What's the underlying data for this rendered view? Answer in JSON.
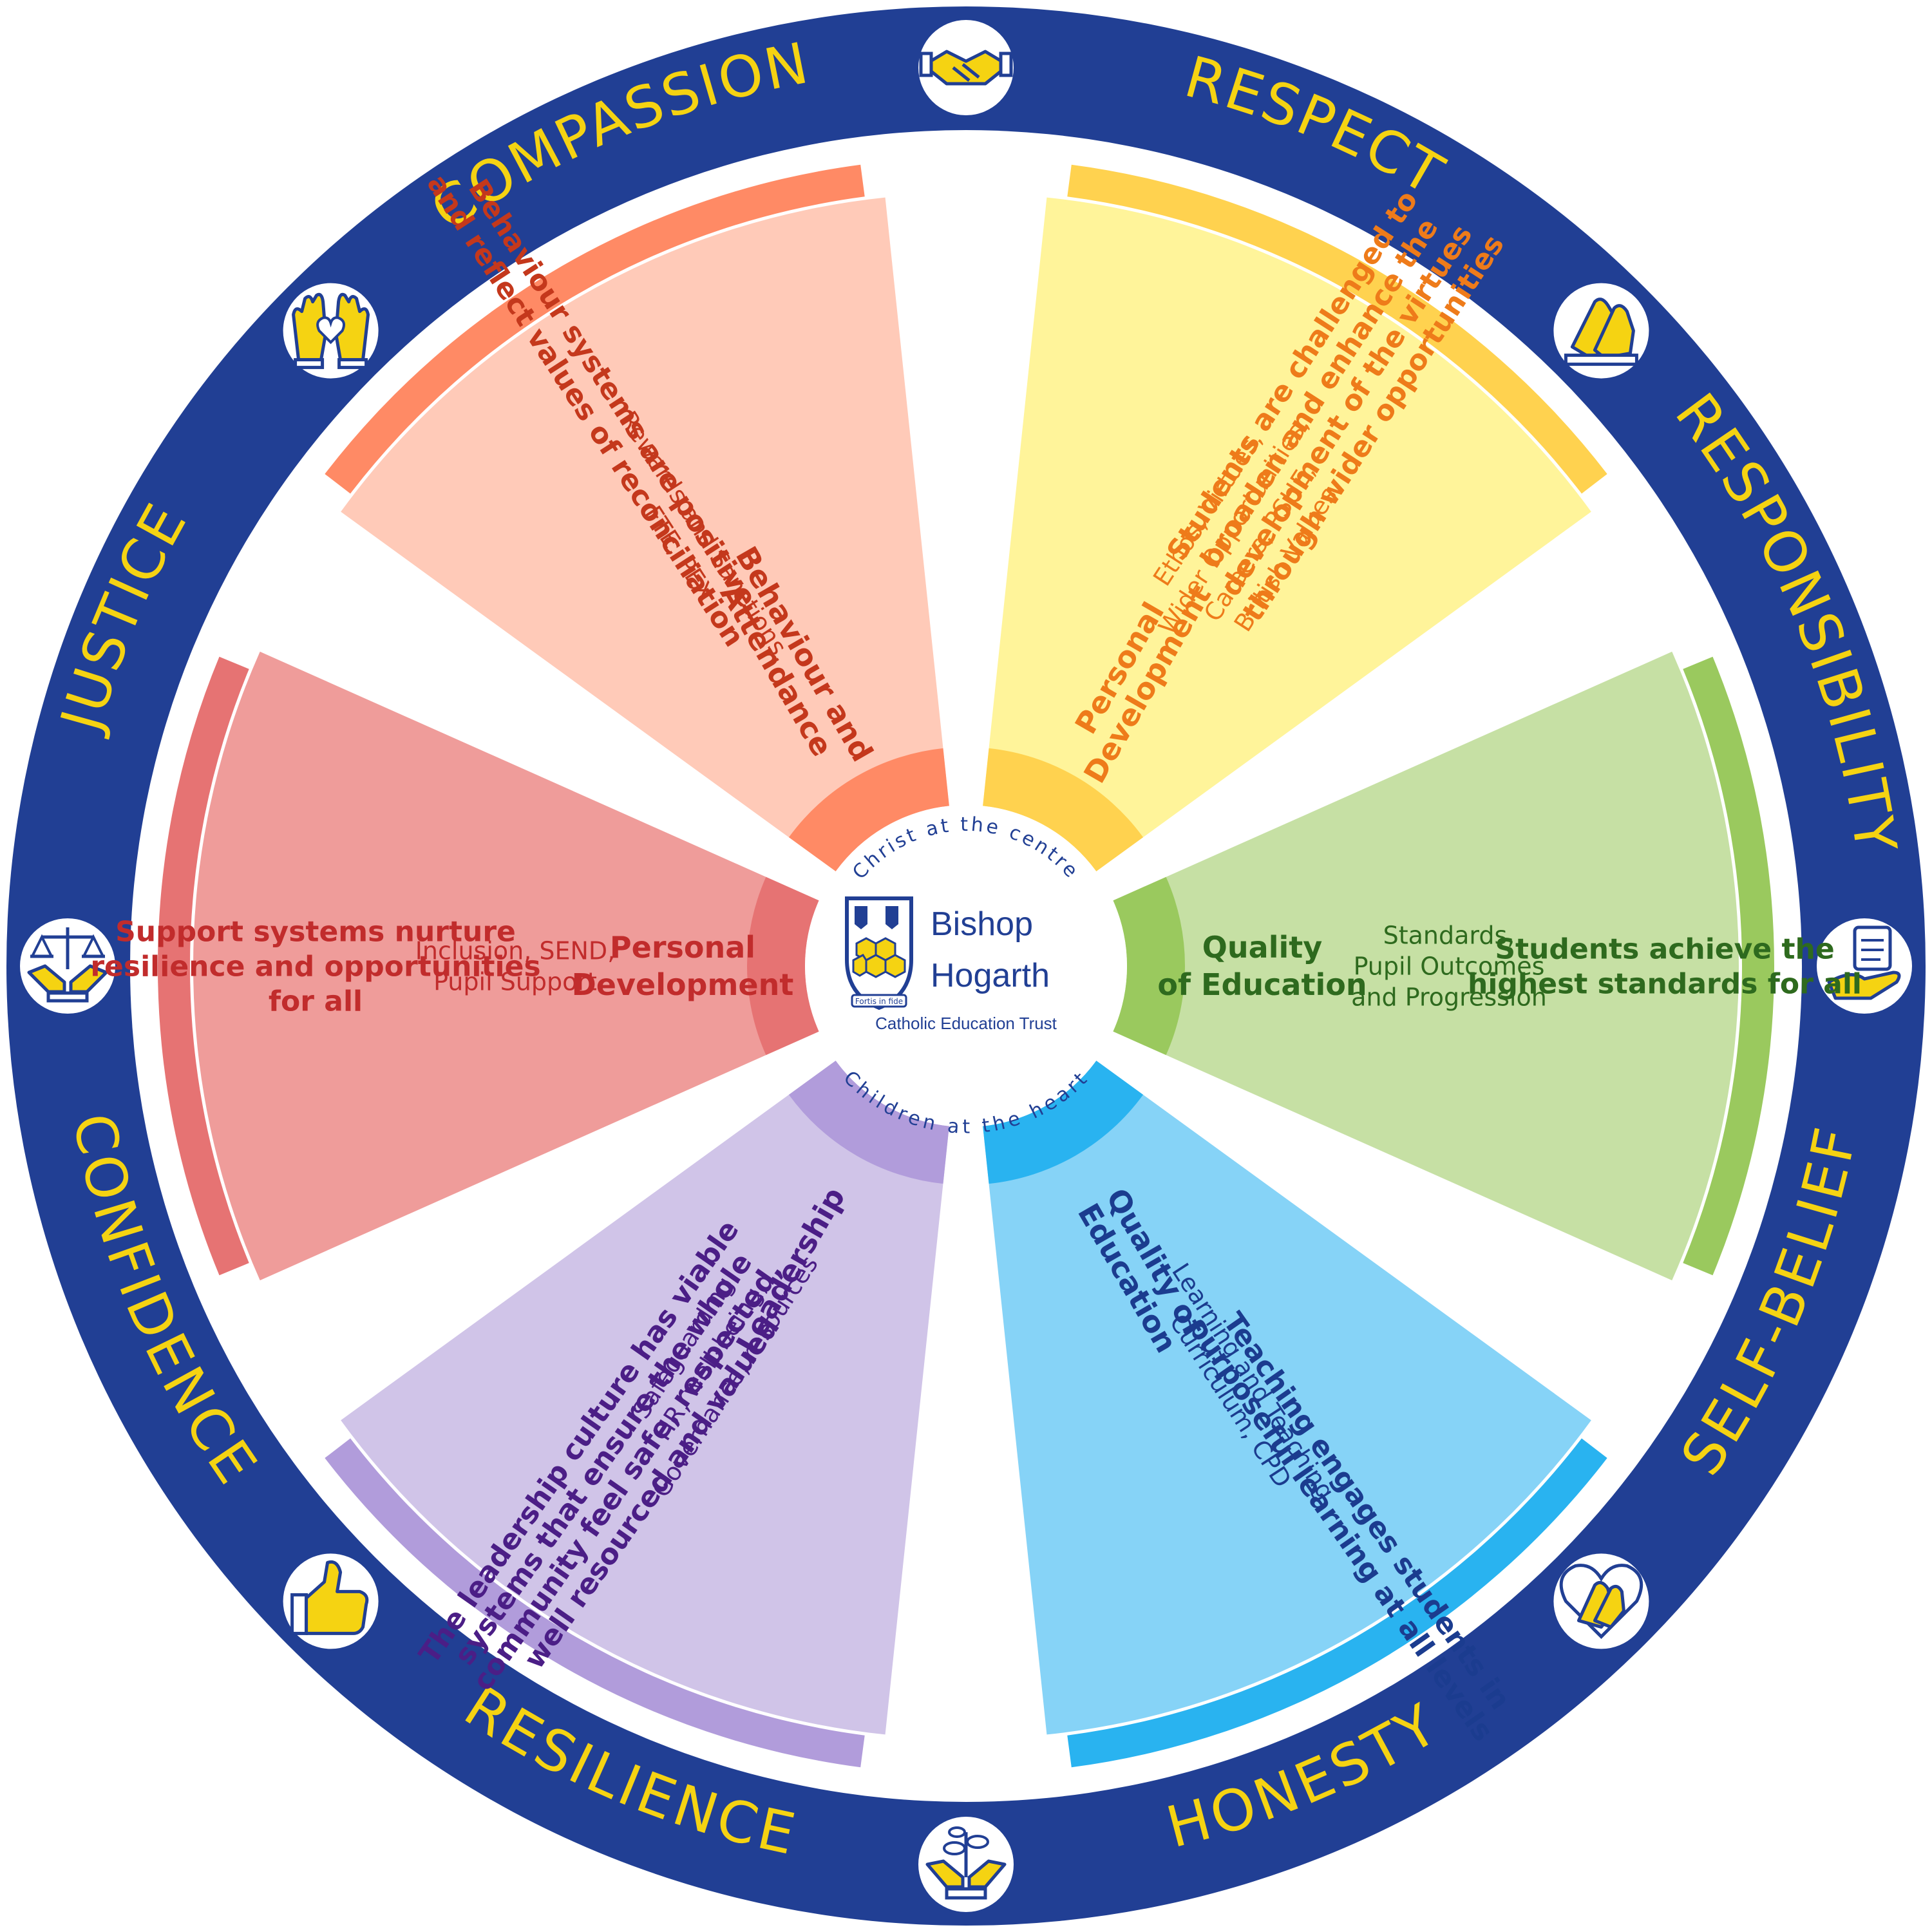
{
  "colors": {
    "ring": "#213F94",
    "ring_text": "#F5D312",
    "hub_text": "#213F94"
  },
  "values": [
    {
      "label": "RESPECT",
      "icon": "handshake-icon"
    },
    {
      "label": "RESPONSIBILITY",
      "icon": "clapping-hands-icon"
    },
    {
      "label": "SELF-BELIEF",
      "icon": "hand-scroll-icon"
    },
    {
      "label": "HONESTY",
      "icon": "hands-heart-icon"
    },
    {
      "label": "RESILIENCE",
      "icon": "growing-plant-hands-icon"
    },
    {
      "label": "CONFIDENCE",
      "icon": "thumbs-up-icon"
    },
    {
      "label": "JUSTICE",
      "icon": "scales-hands-icon"
    },
    {
      "label": "COMPASSION",
      "icon": "raised-hands-heart-icon"
    }
  ],
  "hub": {
    "top_arc": "Christ at the centre",
    "bottom_arc": "Children at the heart",
    "name_line1": "Bishop",
    "name_line2": "Hogarth",
    "subtitle": "Catholic Education Trust",
    "crest_motto": "Fortis in fide",
    "crest_icon": "school-crest-icon"
  },
  "segments": [
    {
      "key": "personal-development-top",
      "inner_label": [
        "Personal",
        "Development"
      ],
      "detail": [
        "Ethos, Virtues,",
        "Wider Opportunities,",
        "Careers, PSHE,",
        "British Values"
      ],
      "statement": [
        "Students are challenged to",
        "broaden and enhance the",
        "development of the virtues",
        "through wider opportunities"
      ],
      "colors": {
        "fill": "#FFF49A",
        "band": "#FFD24F",
        "text": "#EE7B1A",
        "statement_text": "#EE7B1A"
      }
    },
    {
      "key": "quality-of-education-right",
      "inner_label": [
        "Quality",
        "of Education"
      ],
      "detail": [
        "Standards,",
        "Pupil Outcomes",
        "and Progression"
      ],
      "statement": [
        "Students achieve the",
        "highest standards for all"
      ],
      "colors": {
        "fill": "#C6E0A4",
        "band": "#9AC95E",
        "text": "#2E6A1E",
        "statement_text": "#2E6A1E"
      }
    },
    {
      "key": "quality-of-education-bottom",
      "inner_label": [
        "Quality of",
        "Education"
      ],
      "detail": [
        "Learning and Teaching,",
        "Curriculum, CPD"
      ],
      "statement": [
        "Teaching engages students in",
        "purposeful learning at all levels"
      ],
      "colors": {
        "fill": "#86D3F7",
        "band": "#29B3F0",
        "text": "#1B3C8F",
        "statement_text": "#1B3C8F"
      }
    },
    {
      "key": "leadership",
      "inner_label": [
        "Leadership"
      ],
      "detail": [
        "Safeguarding,",
        "HR, well-being,",
        "Governance, resources"
      ],
      "statement": [
        "The leadership culture has viable",
        "systems that ensure the whole",
        "community feel safe, respected,",
        "well resourced and valued"
      ],
      "colors": {
        "fill": "#D0C4E8",
        "band": "#B19CDB",
        "text": "#4B1E86",
        "statement_text": "#4B1E86"
      }
    },
    {
      "key": "personal-development-left",
      "inner_label": [
        "Personal",
        "Development"
      ],
      "detail": [
        "Inclusion, SEND,",
        "Pupil Support"
      ],
      "statement": [
        "Support systems nurture",
        "resilience and opportunities",
        "for all"
      ],
      "colors": {
        "fill": "#EF9C9A",
        "band": "#E67373",
        "text": "#C12C2C",
        "statement_text": "#C12C2C"
      }
    },
    {
      "key": "behaviour-and-attendance",
      "inner_label": [
        "Behaviour and",
        "Attendance"
      ],
      "detail": [
        "Rewards and Sanctions,",
        "FTE, PEX"
      ],
      "statement": [
        "Behaviour systems are positive",
        "and reflect values of reconciliation"
      ],
      "colors": {
        "fill": "#FFCAB8",
        "band": "#FF8A65",
        "text": "#C4381C",
        "statement_text": "#C4381C"
      }
    }
  ]
}
